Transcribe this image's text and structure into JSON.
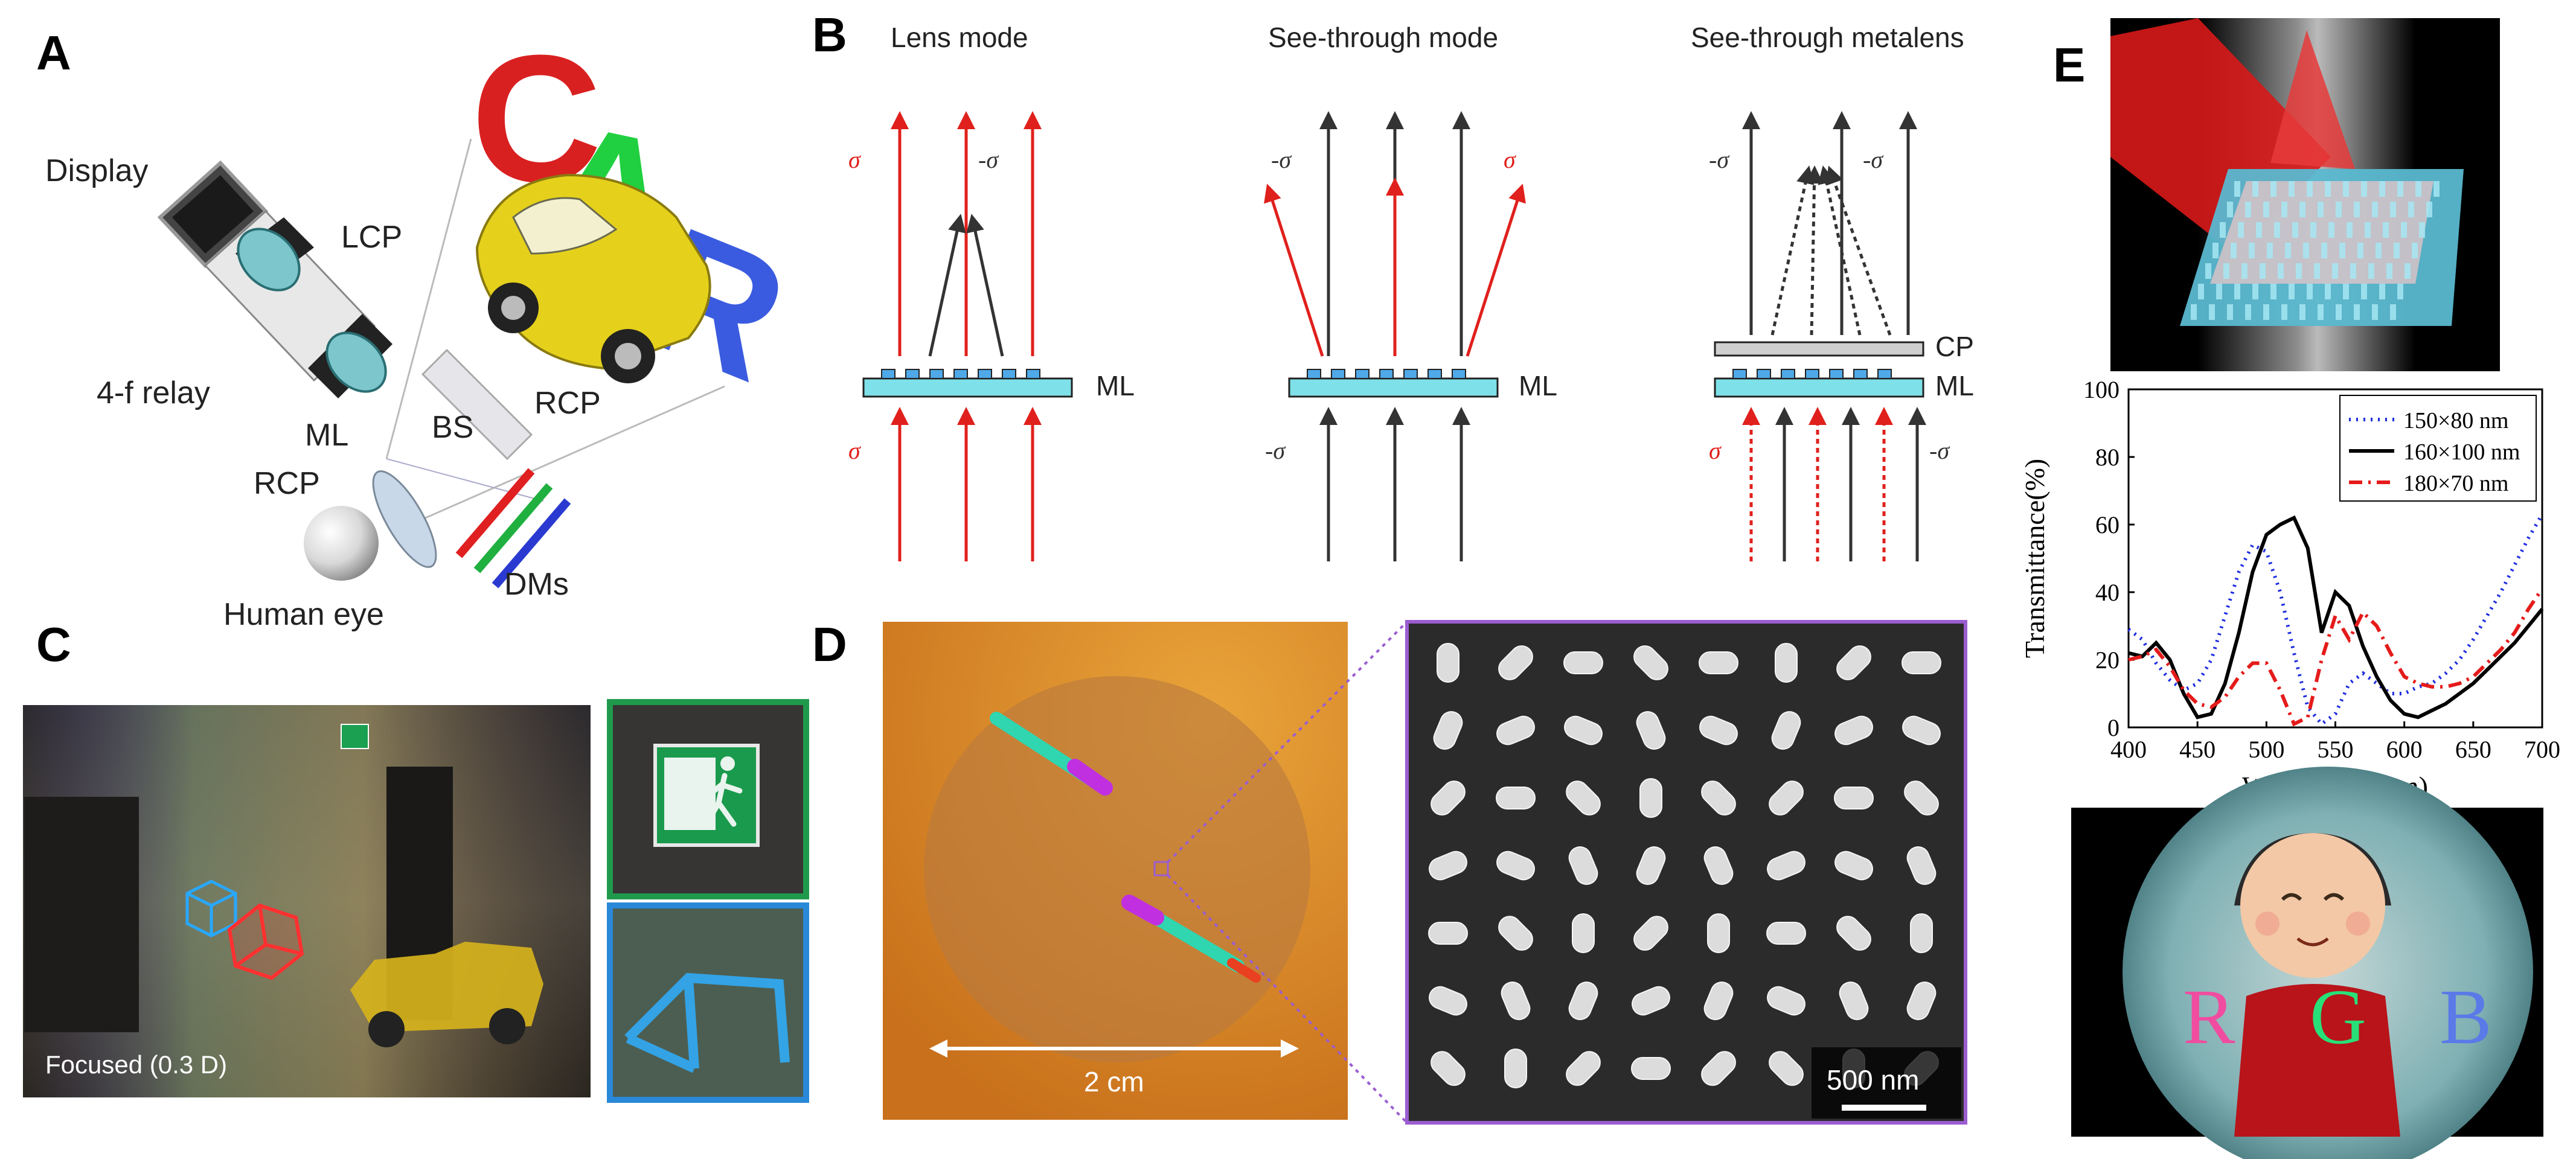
{
  "panels": {
    "A": {
      "letter": "A",
      "labels": {
        "display": "Display",
        "lcp": "LCP",
        "relay": "4-f relay",
        "ml": "ML",
        "bs": "BS",
        "rcp_right": "RCP",
        "rcp_left": "RCP",
        "human_eye": "Human eye",
        "dms": "DMs",
        "car": [
          "C",
          "A",
          "R"
        ]
      }
    },
    "B": {
      "letter": "B",
      "titles": [
        "Lens mode",
        "See-through mode",
        "See-through metalens"
      ],
      "ml_label": "ML",
      "cp_label": "CP",
      "sigma": "σ",
      "neg_sigma": "-σ"
    },
    "C": {
      "letter": "C",
      "caption": "Focused (0.3 D)"
    },
    "D": {
      "letter": "D",
      "scale_left": "2 cm",
      "scale_right": "500 nm"
    },
    "E": {
      "letter": "E",
      "letters_rgb": [
        "R",
        "G",
        "B"
      ]
    }
  },
  "chart_data": {
    "type": "line",
    "xlabel": "Wavelength(nm)",
    "ylabel": "Transmittance(%)",
    "xlim": [
      400,
      700
    ],
    "ylim": [
      0,
      100
    ],
    "xticks": [
      400,
      450,
      500,
      550,
      600,
      650,
      700
    ],
    "yticks": [
      0,
      20,
      40,
      60,
      80,
      100
    ],
    "legend_position": "top-right",
    "series": [
      {
        "name": "150×80 nm",
        "color": "#1f2ee0",
        "style": "dotted",
        "x": [
          400,
          410,
          420,
          430,
          440,
          450,
          460,
          470,
          480,
          490,
          500,
          510,
          520,
          530,
          540,
          550,
          560,
          570,
          580,
          590,
          600,
          610,
          620,
          630,
          640,
          650,
          660,
          670,
          680,
          690,
          700
        ],
        "y": [
          29,
          26,
          19,
          14,
          11,
          13,
          20,
          33,
          46,
          54,
          52,
          40,
          22,
          6,
          1,
          4,
          13,
          16,
          13,
          10,
          10,
          12,
          13,
          16,
          20,
          26,
          33,
          40,
          48,
          56,
          63
        ]
      },
      {
        "name": "160×100 nm",
        "color": "#000000",
        "style": "solid",
        "x": [
          400,
          410,
          420,
          430,
          440,
          450,
          460,
          470,
          480,
          490,
          500,
          510,
          520,
          530,
          540,
          550,
          560,
          570,
          580,
          590,
          600,
          610,
          620,
          630,
          640,
          650,
          660,
          670,
          680,
          690,
          700
        ],
        "y": [
          22,
          21,
          25,
          20,
          10,
          3,
          4,
          13,
          28,
          46,
          57,
          60,
          62,
          53,
          28,
          40,
          36,
          24,
          15,
          8,
          4,
          3,
          5,
          7,
          10,
          13,
          17,
          21,
          25,
          30,
          35
        ]
      },
      {
        "name": "180×70 nm",
        "color": "#e51b1b",
        "style": "dashdot",
        "x": [
          400,
          410,
          420,
          430,
          440,
          450,
          460,
          470,
          480,
          490,
          500,
          510,
          520,
          530,
          540,
          550,
          560,
          570,
          580,
          590,
          600,
          610,
          620,
          630,
          640,
          650,
          660,
          670,
          680,
          690,
          700
        ],
        "y": [
          20,
          21,
          23,
          18,
          11,
          7,
          6,
          9,
          15,
          19,
          19,
          11,
          1,
          3,
          20,
          33,
          26,
          34,
          30,
          22,
          15,
          13,
          12,
          12,
          13,
          15,
          19,
          23,
          28,
          35,
          41
        ]
      }
    ]
  }
}
